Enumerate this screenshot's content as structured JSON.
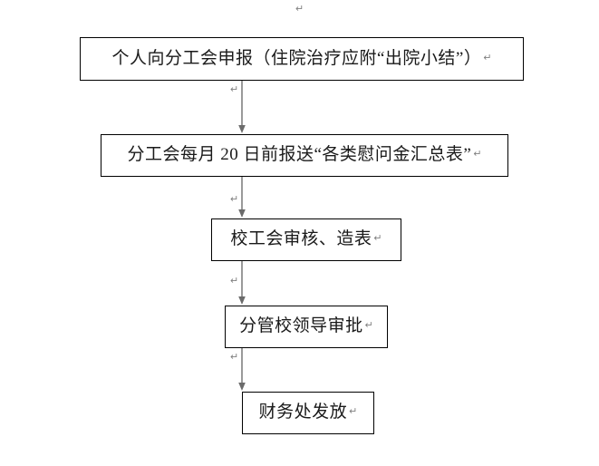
{
  "diagram": {
    "type": "flowchart",
    "orientation": "vertical",
    "paragraph_mark": "↵",
    "colors": {
      "box_border": "#000000",
      "box_fill": "#ffffff",
      "connector": "#808080",
      "text": "#1a1a1a",
      "mark": "#808080"
    },
    "top_mark": "↵",
    "nodes": [
      {
        "id": "node-0",
        "label": "个人向分工会申报（住院治疗应附“出院小结”）",
        "mark": "↵"
      },
      {
        "id": "node-1",
        "label": "分工会每月 20 日前报送“各类慰问金汇总表”",
        "mark": "↵"
      },
      {
        "id": "node-2",
        "label": "校工会审核、造表",
        "mark": "↵"
      },
      {
        "id": "node-3",
        "label": "分管校领导审批",
        "mark": "↵"
      },
      {
        "id": "node-4",
        "label": "财务处发放",
        "mark": "↵"
      }
    ],
    "connectors": [
      {
        "id": "conn-0",
        "from": "node-0",
        "to": "node-1",
        "arrow": "down",
        "mark": "↵"
      },
      {
        "id": "conn-1",
        "from": "node-1",
        "to": "node-2",
        "arrow": "down",
        "mark": "↵"
      },
      {
        "id": "conn-2",
        "from": "node-2",
        "to": "node-3",
        "arrow": "down",
        "mark": "↵"
      },
      {
        "id": "conn-3",
        "from": "node-3",
        "to": "node-4",
        "arrow": "down",
        "mark": "↵"
      }
    ]
  }
}
